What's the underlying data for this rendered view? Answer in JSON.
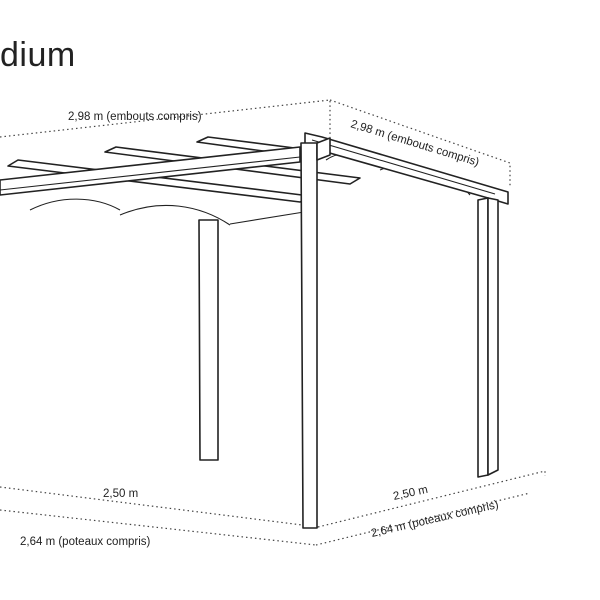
{
  "title": "dium",
  "dimensions": {
    "top_width": "2,98 m (embouts compris)",
    "top_depth": "2,98 m (embouts compris)",
    "floor_width": "2,50 m",
    "floor_width_posts": "2,64 m (poteaux compris)",
    "floor_depth": "2,50 m",
    "floor_depth_posts": "2,64 m (poteaux compris)"
  }
}
